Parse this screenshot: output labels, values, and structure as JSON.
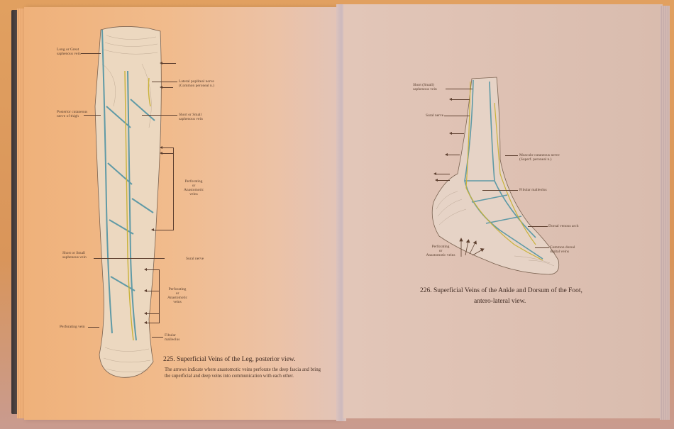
{
  "photo": {
    "subject": "Open anatomy atlas showing two plates of superficial veins",
    "colors": {
      "table": "#d9955a",
      "left_page": "#f1bb8c",
      "right_page": "#dfc2b4",
      "vein_blue": "#5f9aa6",
      "nerve_yellow": "#c9b23a",
      "ink": "#4a3428"
    }
  },
  "left_plate": {
    "figure_number": "225.",
    "title": "Superficial Veins of the Leg, posterior view.",
    "caption": "The arrows indicate where anastomotic veins perforate the deep fascia and bring the superficial and deep veins into communication with each other.",
    "labels": {
      "long_saphenous": "Long or Great\nsaphenous vein",
      "posterior_cutaneous": "Posterior cutaneous\nnerve of thigh",
      "lateral_popliteal": "Lateral popliteal nerve\n(Common peroneal n.)",
      "short_saphenous_upper": "Short or Small\nsaphenous vein",
      "perforating_upper": "Perforating\nor\nAnastomotic\nveins",
      "short_saphenous_lower": "Short or Small\nsaphenous vein",
      "sural_nerve": "Sural nerve",
      "perforating_lower": "Perforating\nor\nAnastomotic\nveins",
      "perforating_vein": "Perforating vein",
      "fibular_malleolus": "Fibular\nmalleolus"
    }
  },
  "right_plate": {
    "figure_number": "226.",
    "title": "Superficial Veins of the Ankle and Dorsum of the Foot,",
    "subtitle": "antero-lateral view.",
    "labels": {
      "short_saphenous": "Short (Small)\nsaphenous vein",
      "sural_nerve": "Sural nerve",
      "musculocutaneous": "Musculo-cutaneous nerve\n(Superf. peroneal n.)",
      "fibular_malleolus": "Fibular malleolus",
      "dorsal_venous_arch": "Dorsal venous arch",
      "common_dorsal_digital": "Common dorsal\ndigital veins",
      "perforating": "Perforating\nor\nAnastomotic veins"
    }
  }
}
